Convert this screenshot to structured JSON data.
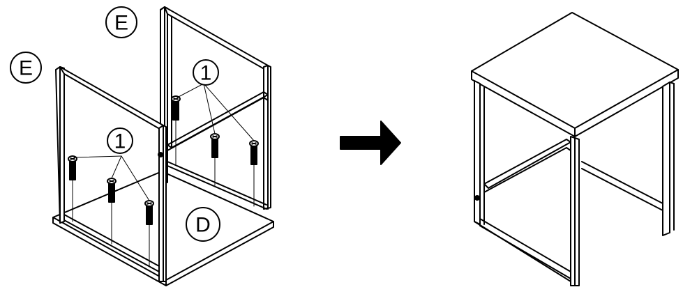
{
  "labels": {
    "part_e_top": "E",
    "part_e_left": "E",
    "part_d": "D",
    "screw_callout_right": "1",
    "screw_callout_left": "1"
  },
  "colors": {
    "ink": "#000000",
    "paper": "#ffffff"
  },
  "icons": {
    "arrow": "right-arrow-icon",
    "screw": "screw-icon"
  }
}
